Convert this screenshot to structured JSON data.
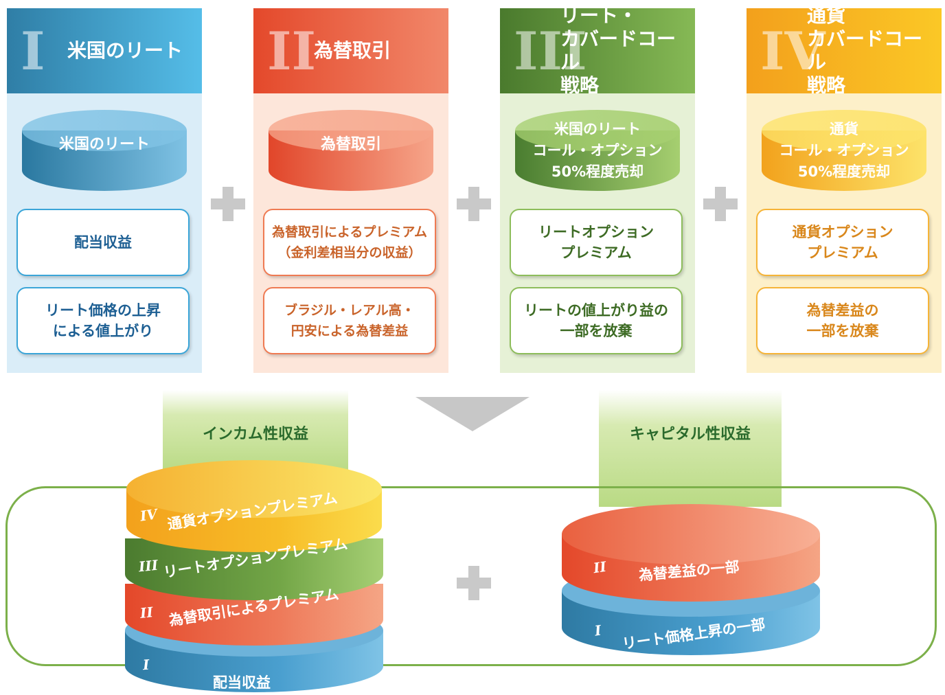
{
  "columns": [
    {
      "numeral": "I",
      "title": "米国のリート",
      "disk_label": "米国のリート",
      "box1": "配当収益",
      "box2": "リート価格の上昇\nによる値上がり",
      "colors": {
        "head_start": "#2f7ea6",
        "head_end": "#55bde8",
        "body": "#daedf8",
        "disk_dark": "#2a78a0",
        "disk_light": "#7fc2e4",
        "border": "#3aa5d8",
        "text": "#1d5f93"
      }
    },
    {
      "numeral": "II",
      "title": "為替取引",
      "disk_label": "為替取引",
      "box1": "為替取引によるプレミアム\n（金利差相当分の収益）",
      "box2": "ブラジル・レアル高・\n円安による為替差益",
      "colors": {
        "head_start": "#e4492b",
        "head_end": "#f1876a",
        "body": "#fde6da",
        "disk_dark": "#e1462a",
        "disk_light": "#f6a58a",
        "border": "#ef7a52",
        "text": "#c9632a"
      }
    },
    {
      "numeral": "III",
      "title": "リート・\nカバードコール\n戦略",
      "disk_label": "米国のリート\nコール・オプション\n50%程度売却",
      "box1": "リートオプション\nプレミアム",
      "box2": "リートの値上がり益の\n一部を放棄",
      "colors": {
        "head_start": "#4a7a2d",
        "head_end": "#86b955",
        "body": "#e6f1d6",
        "disk_dark": "#4a7d30",
        "disk_light": "#a6cf70",
        "border": "#8dbd5b",
        "text": "#3d6b24"
      }
    },
    {
      "numeral": "IV",
      "title": "通貨\nカバードコール\n戦略",
      "disk_label": "通貨\nコール・オプション\n50%程度売却",
      "box1": "通貨オプション\nプレミアム",
      "box2": "為替差益の\n一部を放棄",
      "colors": {
        "head_start": "#f3a01c",
        "head_end": "#fbc826",
        "body": "#fdf0c9",
        "disk_dark": "#f2a21c",
        "disk_light": "#fde36a",
        "border": "#f6b437",
        "text": "#d9871b"
      }
    }
  ],
  "income": {
    "label": "インカム性収益",
    "layers": [
      {
        "numeral": "IV",
        "text": "通貨オプションプレミアム"
      },
      {
        "numeral": "III",
        "text": "リートオプションプレミアム"
      },
      {
        "numeral": "II",
        "text": "為替取引によるプレミアム"
      },
      {
        "numeral": "I",
        "text": "配当収益"
      }
    ]
  },
  "capital": {
    "label": "キャピタル性収益",
    "layers": [
      {
        "numeral": "II",
        "text": "為替差益の一部"
      },
      {
        "numeral": "I",
        "text": "リート価格上昇の一部"
      }
    ]
  },
  "icons": [
    "plus-icon",
    "down-arrow-icon"
  ]
}
